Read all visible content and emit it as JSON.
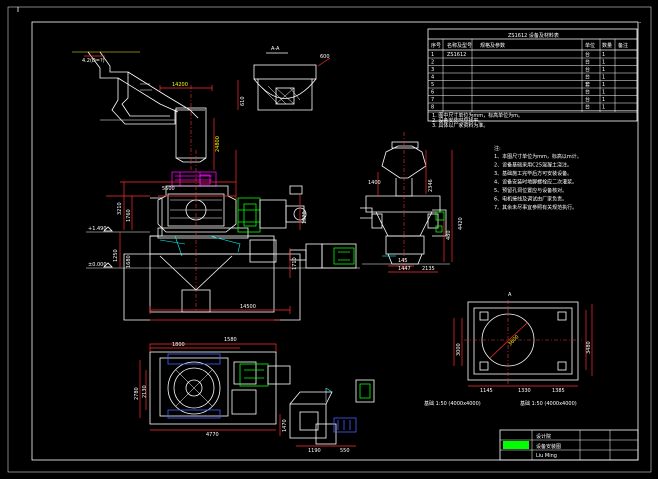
{
  "dimensions": {
    "d14200": "14200",
    "d24800": "24800",
    "d3210": "3210",
    "d1760": "1760",
    "d1920": "1920",
    "d1680": "1680",
    "d1250": "1250",
    "d5600": "5600",
    "d14500": "14500",
    "d1800": "1800",
    "d1580": "1580",
    "d2780": "2780",
    "d2130": "2130",
    "d4770": "4770",
    "d1190": "1190",
    "d550": "550",
    "d1470": "1470",
    "d4420": "4420",
    "d2346": "2346",
    "d480": "480",
    "d1447": "1447",
    "d2135": "2135",
    "d145": "145",
    "d1330": "1330",
    "d1145": "1145",
    "d1385": "1385",
    "d3480": "3480",
    "d3000": "3000",
    "d610": "610",
    "d600": "600",
    "d1400": "1400",
    "d1710": "1710",
    "el_p1490": "+1.490",
    "el_m0": "±0.000"
  },
  "view_labels": {
    "section_aa": "A-A",
    "plan_label_left": "基础 1:50 (4000x4000)",
    "plan_label_right": "基础 1:50 (4000x4000)",
    "small_label": "A"
  },
  "table": {
    "title": "ZS1612 设备及材料表",
    "headers": [
      "序号",
      "名称及型号",
      "规格及参数",
      "单位",
      "数量",
      "备注"
    ],
    "rows": [
      [
        "1",
        "ZS1612",
        "",
        "台",
        "1",
        ""
      ],
      [
        "2",
        "",
        "",
        "台",
        "1",
        ""
      ],
      [
        "3",
        "",
        "",
        "台",
        "1",
        ""
      ],
      [
        "4",
        "",
        "",
        "台",
        "1",
        ""
      ],
      [
        "5",
        "",
        "",
        "套",
        "1",
        ""
      ],
      [
        "6",
        "",
        "",
        "台",
        "1",
        ""
      ],
      [
        "7",
        "",
        "",
        "台",
        "1",
        ""
      ],
      [
        "8",
        "",
        "",
        "台",
        "1",
        ""
      ]
    ],
    "notes": [
      "1. 图中尺寸单位为mm，标高单位为m。",
      "2. 设备安装时应找平。",
      "3. 具体以厂家资料为准。"
    ]
  },
  "tech_notes": [
    "1、本图尺寸单位为mm，标高以m计。",
    "2、设备基础采用C25混凝土浇注。",
    "3、基础施工完毕后方可安装设备。",
    "4、设备安装时地脚螺栓应二次灌浆。",
    "5、预留孔洞位置应与设备核对。",
    "6、电机接线及调试由厂家负责。",
    "7、其余未尽事宜参照有关规范执行。"
  ],
  "title_block": {
    "company": "设计院",
    "drawing_title": "设备安装图",
    "author": "Liu  Ming"
  },
  "colors": {
    "background": "#000000",
    "outline": "#ffffff",
    "dimension": "#ff3030",
    "green": "#00ff00",
    "magenta": "#ff00ff",
    "yellow": "#ffff00",
    "cyan": "#00ffff"
  }
}
